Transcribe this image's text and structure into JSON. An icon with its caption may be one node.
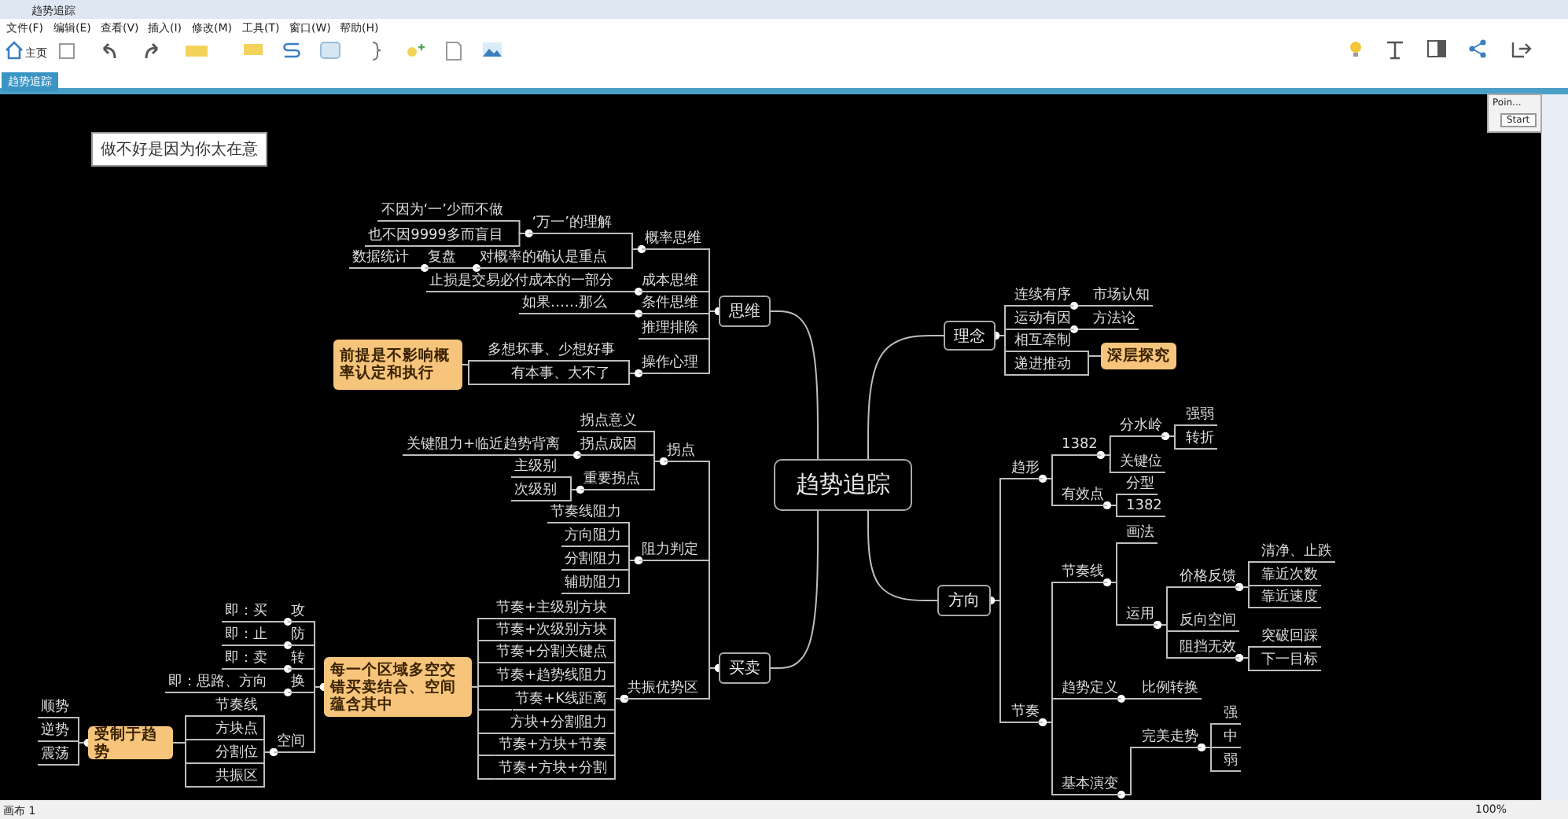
{
  "diagram": {
    "nodes": [
      {
        "text": [
          "趋势追踪"
        ]
      },
      {
        "text": [
          "思维"
        ]
      },
      {
        "text": [
          "概率思维"
        ]
      },
      {
        "text": [
          "‘万一’的理解"
        ]
      },
      {
        "text": [
          "不因为‘一’少而不做"
        ]
      },
      {
        "text": [
          "也不因9999多而盲目"
        ]
      },
      {
        "text": [
          "对概率的确认是重点"
        ]
      },
      {
        "text": [
          "复盘"
        ]
      },
      {
        "text": [
          "数据统计"
        ]
      },
      {
        "text": [
          "成本思维"
        ]
      },
      {
        "text": [
          "止损是交易必付成本的一部分"
        ]
      },
      {
        "text": [
          "条件思维"
        ]
      },
      {
        "text": [
          "如果……那么"
        ]
      },
      {
        "text": [
          "推理排除"
        ]
      },
      {
        "text": [
          "操作心理"
        ]
      },
      {
        "text": [
          "多想坏事、少想好事"
        ]
      },
      {
        "text": [
          "有本事、大不了"
        ]
      },
      {
        "text": [
          "前提是不影响概率认定和执行"
        ]
      },
      {
        "text": [
          "买卖"
        ]
      },
      {
        "text": [
          "拐点"
        ]
      },
      {
        "text": [
          "拐点意义"
        ]
      },
      {
        "text": [
          "拐点成因"
        ]
      },
      {
        "text": [
          "关键阻力+临近趋势背离"
        ]
      },
      {
        "text": [
          "重要拐点"
        ]
      },
      {
        "text": [
          "主级别"
        ]
      },
      {
        "text": [
          "次级别"
        ]
      },
      {
        "text": [
          "阻力判定"
        ]
      },
      {
        "text": [
          "节奏线阻力"
        ]
      },
      {
        "text": [
          "方向阻力"
        ]
      },
      {
        "text": [
          "分割阻力"
        ]
      },
      {
        "text": [
          "辅助阻力"
        ]
      },
      {
        "text": [
          "共振优势区"
        ]
      },
      {
        "text": [
          "节奏+主级别方块"
        ]
      },
      {
        "text": [
          "节奏+次级别方块"
        ]
      },
      {
        "text": [
          "节奏+分割关键点"
        ]
      },
      {
        "text": [
          "节奏+趋势线阻力"
        ]
      },
      {
        "text": [
          "节奏+K线距离"
        ]
      },
      {
        "text": [
          "方块+分割阻力"
        ]
      },
      {
        "text": [
          "节奏+方块+节奏"
        ]
      },
      {
        "text": [
          "节奏+方块+分割"
        ]
      },
      {
        "text": [
          "每一个区域多空交错买卖结合、空间蕴含其中"
        ]
      },
      {
        "text": [
          "攻"
        ]
      },
      {
        "text": [
          "即：买"
        ]
      },
      {
        "text": [
          "防"
        ]
      },
      {
        "text": [
          "即：止"
        ]
      },
      {
        "text": [
          "转"
        ]
      },
      {
        "text": [
          "即：卖"
        ]
      },
      {
        "text": [
          "换"
        ]
      },
      {
        "text": [
          "即：思路、方向"
        ]
      },
      {
        "text": [
          "空间"
        ]
      },
      {
        "text": [
          "节奏线"
        ]
      },
      {
        "text": [
          "方块点"
        ]
      },
      {
        "text": [
          "分割位"
        ]
      },
      {
        "text": [
          "共振区"
        ]
      },
      {
        "text": [
          "受制于趋势"
        ]
      },
      {
        "text": [
          "顺势"
        ]
      },
      {
        "text": [
          "逆势"
        ]
      },
      {
        "text": [
          "震荡"
        ]
      },
      {
        "text": [
          "理念"
        ]
      },
      {
        "text": [
          "连续有序"
        ]
      },
      {
        "text": [
          "市场认知"
        ]
      },
      {
        "text": [
          "运动有因"
        ]
      },
      {
        "text": [
          "方法论"
        ]
      },
      {
        "text": [
          "相互牵制"
        ]
      },
      {
        "text": [
          "递进推动"
        ]
      },
      {
        "text": [
          "深层探究"
        ]
      },
      {
        "text": [
          "方向"
        ]
      },
      {
        "text": [
          "趋形"
        ]
      },
      {
        "text": [
          "1382"
        ]
      },
      {
        "text": [
          "分水岭"
        ]
      },
      {
        "text": [
          "强弱"
        ]
      },
      {
        "text": [
          "转折"
        ]
      },
      {
        "text": [
          "关键位"
        ]
      },
      {
        "text": [
          "有效点"
        ]
      },
      {
        "text": [
          "分型"
        ]
      },
      {
        "text": [
          "1382"
        ]
      },
      {
        "text": [
          "节奏线"
        ]
      },
      {
        "text": [
          "画法"
        ]
      },
      {
        "text": [
          "运用"
        ]
      },
      {
        "text": [
          "价格反馈"
        ]
      },
      {
        "text": [
          "清净、止跌"
        ]
      },
      {
        "text": [
          "靠近次数"
        ]
      },
      {
        "text": [
          "靠近速度"
        ]
      },
      {
        "text": [
          "反向空间"
        ]
      },
      {
        "text": [
          "阻挡无效"
        ]
      },
      {
        "text": [
          "突破回踩"
        ]
      },
      {
        "text": [
          "下一目标"
        ]
      },
      {
        "text": [
          "节奏"
        ]
      },
      {
        "text": [
          "趋势定义"
        ]
      },
      {
        "text": [
          "比例转换"
        ]
      },
      {
        "text": [
          "基本演变"
        ]
      },
      {
        "text": [
          "完美走势"
        ]
      },
      {
        "text": [
          "强"
        ]
      },
      {
        "text": [
          "中"
        ]
      },
      {
        "text": [
          "弱"
        ]
      },
      {
        "text": [
          "做不好是因为你太在意"
        ]
      }
    ],
    "edges": [
      {
        "from": 0,
        "to": 1,
        "arrow": "none"
      },
      {
        "from": 0,
        "to": 18,
        "arrow": "none"
      },
      {
        "from": 0,
        "to": 58,
        "arrow": "none"
      },
      {
        "from": 0,
        "to": 66,
        "arrow": "none"
      },
      {
        "from": 1,
        "to": 2,
        "arrow": "other"
      },
      {
        "from": 1,
        "to": 9,
        "arrow": "other"
      },
      {
        "from": 1,
        "to": 11,
        "arrow": "other"
      },
      {
        "from": 1,
        "to": 13,
        "arrow": "other"
      },
      {
        "from": 1,
        "to": 14,
        "arrow": "other"
      },
      {
        "from": 2,
        "to": 3,
        "arrow": "other"
      },
      {
        "from": 2,
        "to": 6,
        "arrow": "other"
      },
      {
        "from": 3,
        "to": 4,
        "arrow": "other"
      },
      {
        "from": 3,
        "to": 5,
        "arrow": "other"
      },
      {
        "from": 6,
        "to": 7,
        "arrow": "other"
      },
      {
        "from": 7,
        "to": 8,
        "arrow": "other"
      },
      {
        "from": 9,
        "to": 10,
        "arrow": "other"
      },
      {
        "from": 11,
        "to": 12,
        "arrow": "other"
      },
      {
        "from": 14,
        "to": 15,
        "arrow": "other"
      },
      {
        "from": 14,
        "to": 16,
        "arrow": "other"
      },
      {
        "from": 15,
        "to": 17,
        "arrow": "none"
      },
      {
        "from": 16,
        "to": 17,
        "arrow": "none"
      },
      {
        "from": 18,
        "to": 19,
        "arrow": "other"
      },
      {
        "from": 18,
        "to": 26,
        "arrow": "other"
      },
      {
        "from": 18,
        "to": 31,
        "arrow": "other"
      },
      {
        "from": 19,
        "to": 20,
        "arrow": "other"
      },
      {
        "from": 19,
        "to": 21,
        "arrow": "other"
      },
      {
        "from": 19,
        "to": 23,
        "arrow": "other"
      },
      {
        "from": 21,
        "to": 22,
        "arrow": "other"
      },
      {
        "from": 23,
        "to": 24,
        "arrow": "other"
      },
      {
        "from": 23,
        "to": 25,
        "arrow": "other"
      },
      {
        "from": 26,
        "to": 27,
        "arrow": "other"
      },
      {
        "from": 26,
        "to": 28,
        "arrow": "other"
      },
      {
        "from": 26,
        "to": 29,
        "arrow": "other"
      },
      {
        "from": 26,
        "to": 30,
        "arrow": "other"
      },
      {
        "from": 31,
        "to": 32,
        "arrow": "other"
      },
      {
        "from": 31,
        "to": 33,
        "arrow": "other"
      },
      {
        "from": 31,
        "to": 34,
        "arrow": "other"
      },
      {
        "from": 31,
        "to": 35,
        "arrow": "other"
      },
      {
        "from": 31,
        "to": 36,
        "arrow": "other"
      },
      {
        "from": 31,
        "to": 37,
        "arrow": "other"
      },
      {
        "from": 31,
        "to": 38,
        "arrow": "other"
      },
      {
        "from": 31,
        "to": 39,
        "arrow": "other"
      },
      {
        "from": 32,
        "to": 40,
        "arrow": "none"
      },
      {
        "from": 33,
        "to": 40,
        "arrow": "none"
      },
      {
        "from": 34,
        "to": 40,
        "arrow": "none"
      },
      {
        "from": 35,
        "to": 40,
        "arrow": "none"
      },
      {
        "from": 36,
        "to": 40,
        "arrow": "none"
      },
      {
        "from": 37,
        "to": 40,
        "arrow": "none"
      },
      {
        "from": 38,
        "to": 40,
        "arrow": "none"
      },
      {
        "from": 39,
        "to": 40,
        "arrow": "none"
      },
      {
        "from": 40,
        "to": 41,
        "arrow": "other"
      },
      {
        "from": 40,
        "to": 43,
        "arrow": "other"
      },
      {
        "from": 40,
        "to": 45,
        "arrow": "other"
      },
      {
        "from": 40,
        "to": 47,
        "arrow": "other"
      },
      {
        "from": 40,
        "to": 49,
        "arrow": "other"
      },
      {
        "from": 41,
        "to": 42,
        "arrow": "other"
      },
      {
        "from": 43,
        "to": 44,
        "arrow": "other"
      },
      {
        "from": 45,
        "to": 46,
        "arrow": "other"
      },
      {
        "from": 47,
        "to": 48,
        "arrow": "other"
      },
      {
        "from": 49,
        "to": 50,
        "arrow": "other"
      },
      {
        "from": 49,
        "to": 51,
        "arrow": "other"
      },
      {
        "from": 49,
        "to": 52,
        "arrow": "other"
      },
      {
        "from": 49,
        "to": 53,
        "arrow": "other"
      },
      {
        "from": 50,
        "to": 54,
        "arrow": "none"
      },
      {
        "from": 51,
        "to": 54,
        "arrow": "none"
      },
      {
        "from": 52,
        "to": 54,
        "arrow": "none"
      },
      {
        "from": 53,
        "to": 54,
        "arrow": "none"
      },
      {
        "from": 54,
        "to": 55,
        "arrow": "other"
      },
      {
        "from": 54,
        "to": 56,
        "arrow": "other"
      },
      {
        "from": 54,
        "to": 57,
        "arrow": "other"
      },
      {
        "from": 58,
        "to": 59,
        "arrow": "other"
      },
      {
        "from": 58,
        "to": 61,
        "arrow": "other"
      },
      {
        "from": 58,
        "to": 63,
        "arrow": "other"
      },
      {
        "from": 58,
        "to": 64,
        "arrow": "other"
      },
      {
        "from": 59,
        "to": 60,
        "arrow": "other"
      },
      {
        "from": 61,
        "to": 62,
        "arrow": "other"
      },
      {
        "from": 63,
        "to": 65,
        "arrow": "none"
      },
      {
        "from": 64,
        "to": 65,
        "arrow": "none"
      },
      {
        "from": 66,
        "to": 67,
        "arrow": "other"
      },
      {
        "from": 66,
        "to": 87,
        "arrow": "other"
      },
      {
        "from": 67,
        "to": 68,
        "arrow": "other"
      },
      {
        "from": 67,
        "to": 73,
        "arrow": "other"
      },
      {
        "from": 68,
        "to": 69,
        "arrow": "other"
      },
      {
        "from": 68,
        "to": 72,
        "arrow": "other"
      },
      {
        "from": 69,
        "to": 70,
        "arrow": "other"
      },
      {
        "from": 69,
        "to": 71,
        "arrow": "other"
      },
      {
        "from": 73,
        "to": 74,
        "arrow": "other"
      },
      {
        "from": 73,
        "to": 75,
        "arrow": "other"
      },
      {
        "from": 87,
        "to": 76,
        "arrow": "other"
      },
      {
        "from": 87,
        "to": 88,
        "arrow": "other"
      },
      {
        "from": 87,
        "to": 90,
        "arrow": "other"
      },
      {
        "from": 76,
        "to": 77,
        "arrow": "other"
      },
      {
        "from": 76,
        "to": 78,
        "arrow": "other"
      },
      {
        "from": 78,
        "to": 79,
        "arrow": "other"
      },
      {
        "from": 78,
        "to": 83,
        "arrow": "other"
      },
      {
        "from": 78,
        "to": 84,
        "arrow": "other"
      },
      {
        "from": 79,
        "to": 80,
        "arrow": "other"
      },
      {
        "from": 79,
        "to": 81,
        "arrow": "other"
      },
      {
        "from": 79,
        "to": 82,
        "arrow": "other"
      },
      {
        "from": 84,
        "to": 85,
        "arrow": "other"
      },
      {
        "from": 84,
        "to": 86,
        "arrow": "other"
      },
      {
        "from": 88,
        "to": 89,
        "arrow": "other"
      },
      {
        "from": 90,
        "to": 91,
        "arrow": "other"
      },
      {
        "from": 91,
        "to": 92,
        "arrow": "other"
      },
      {
        "from": 91,
        "to": 93,
        "arrow": "other"
      },
      {
        "from": 91,
        "to": 94,
        "arrow": "other"
      }
    ],
    "labels": [
      "趋势追踪",
      "文件(F)",
      "编辑(E)",
      "查看(V)",
      "插入(I)",
      "修改(M)",
      "工具(T)",
      "窗口(W)",
      "帮助(H)",
      "主页",
      "趋势追踪",
      "Poin...",
      "Start",
      "画布 1",
      "100%"
    ]
  }
}
